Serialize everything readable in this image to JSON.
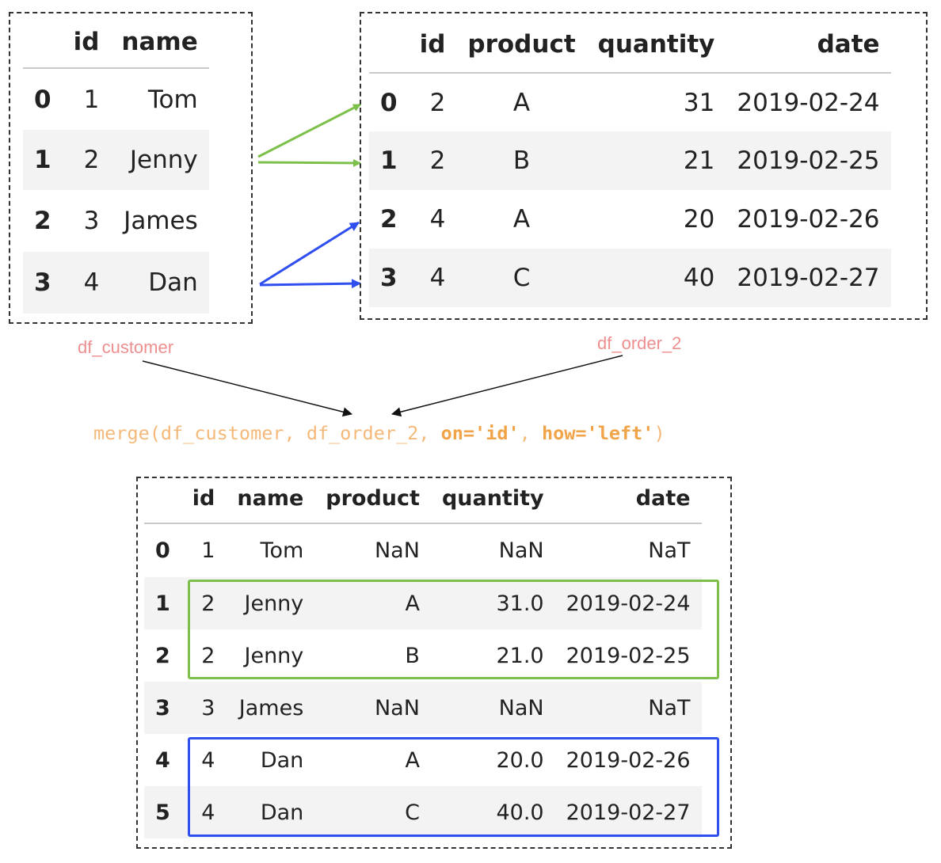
{
  "customer_table": {
    "caption": "df_customer",
    "columns": [
      "",
      "id",
      "name"
    ],
    "rows": [
      {
        "index": "0",
        "id": "1",
        "name": "Tom"
      },
      {
        "index": "1",
        "id": "2",
        "name": "Jenny"
      },
      {
        "index": "2",
        "id": "3",
        "name": "James"
      },
      {
        "index": "3",
        "id": "4",
        "name": "Dan"
      }
    ]
  },
  "order_table": {
    "caption": "df_order_2",
    "columns": [
      "",
      "id",
      "product",
      "quantity",
      "date"
    ],
    "rows": [
      {
        "index": "0",
        "id": "2",
        "product": "A",
        "quantity": "31",
        "date": "2019-02-24"
      },
      {
        "index": "1",
        "id": "2",
        "product": "B",
        "quantity": "21",
        "date": "2019-02-25"
      },
      {
        "index": "2",
        "id": "4",
        "product": "A",
        "quantity": "20",
        "date": "2019-02-26"
      },
      {
        "index": "3",
        "id": "4",
        "product": "C",
        "quantity": "40",
        "date": "2019-02-27"
      }
    ]
  },
  "merge_call": {
    "prefix": "merge(df_customer, df_order_2, ",
    "on": "on='id'",
    "separator": ", ",
    "how": "how='left'",
    "suffix": ")"
  },
  "result_table": {
    "columns": [
      "",
      "id",
      "name",
      "product",
      "quantity",
      "date"
    ],
    "rows": [
      {
        "index": "0",
        "id": "1",
        "name": "Tom",
        "product": "NaN",
        "quantity": "NaN",
        "date": "NaT"
      },
      {
        "index": "1",
        "id": "2",
        "name": "Jenny",
        "product": "A",
        "quantity": "31.0",
        "date": "2019-02-24"
      },
      {
        "index": "2",
        "id": "2",
        "name": "Jenny",
        "product": "B",
        "quantity": "21.0",
        "date": "2019-02-25"
      },
      {
        "index": "3",
        "id": "3",
        "name": "James",
        "product": "NaN",
        "quantity": "NaN",
        "date": "NaT"
      },
      {
        "index": "4",
        "id": "4",
        "name": "Dan",
        "product": "A",
        "quantity": "20.0",
        "date": "2019-02-26"
      },
      {
        "index": "5",
        "id": "4",
        "name": "Dan",
        "product": "C",
        "quantity": "40.0",
        "date": "2019-02-27"
      }
    ]
  },
  "colors": {
    "jenny_match": "#7cc04b",
    "dan_match": "#2f4ff0",
    "label": "#ee8f8f",
    "code": "#f4b878",
    "code_keyword": "#f1a347"
  }
}
